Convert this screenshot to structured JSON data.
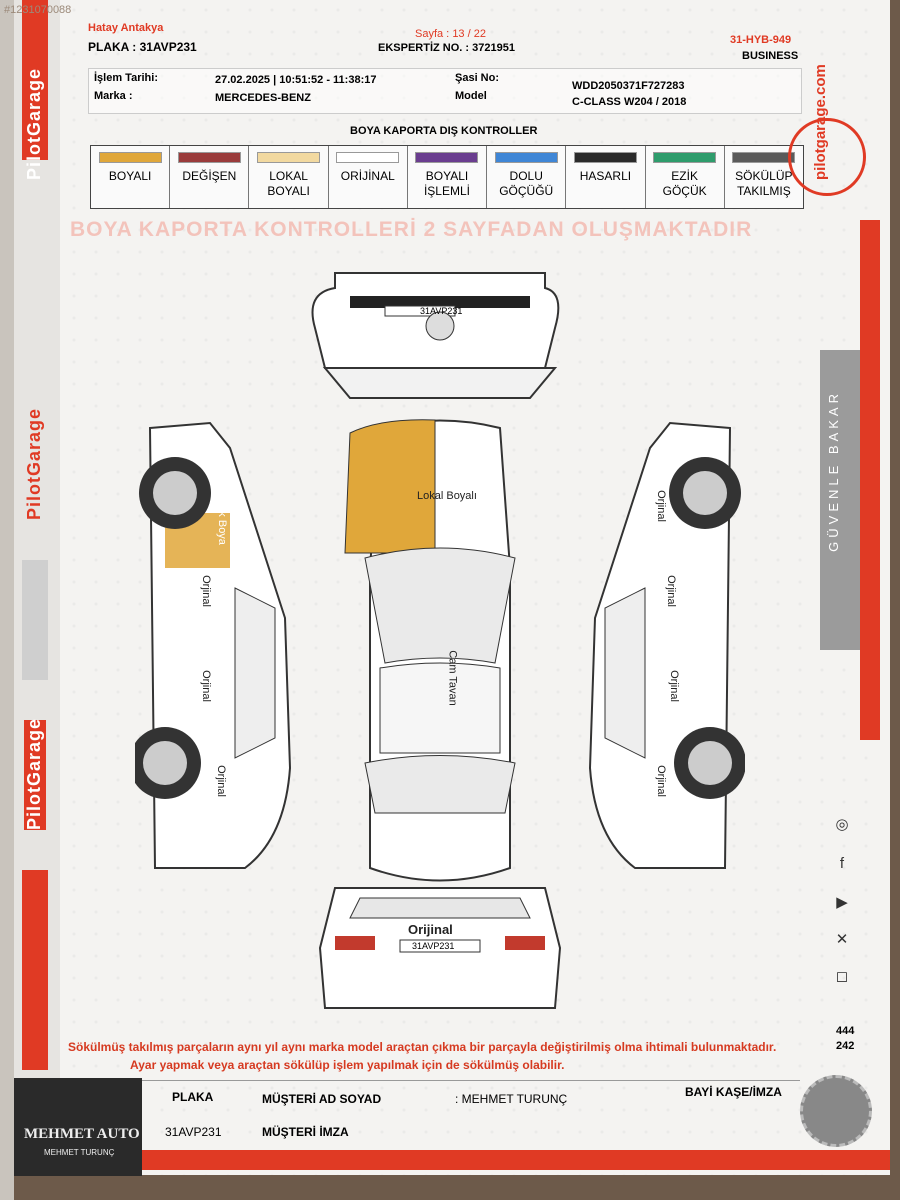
{
  "header": {
    "watermark_id": "#1231070088",
    "city": "Hatay Antakya",
    "plaka_label": "PLAKA :",
    "plaka_value": "31AVP231",
    "sayfa_label": "Sayfa :",
    "sayfa_value": "13 / 22",
    "ekspertiz_label": "EKSPERTİZ NO. :",
    "ekspertiz_value": "3721951",
    "branch_code": "31-HYB-949",
    "package": "BUSINESS"
  },
  "info": {
    "islem_label": "İşlem Tarihi:",
    "islem_value": "27.02.2025 | 10:51:52 - 11:38:17",
    "sasi_label": "Şasi No:",
    "sasi_value": "WDD2050371F727283",
    "marka_label": "Marka :",
    "marka_value": "MERCEDES-BENZ",
    "model_label": "Model",
    "model_value": "C-CLASS W204 / 2018"
  },
  "legend": {
    "title": "BOYA KAPORTA DIŞ KONTROLLER",
    "items": [
      {
        "line1": "BOYALI",
        "line2": "",
        "color": "#e0a73a"
      },
      {
        "line1": "DEĞİŞEN",
        "line2": "",
        "color": "#9a3b3b"
      },
      {
        "line1": "LOKAL",
        "line2": "BOYALI",
        "color": "#f2d9a0"
      },
      {
        "line1": "ORİJİNAL",
        "line2": "",
        "color": "#ffffff"
      },
      {
        "line1": "BOYALI",
        "line2": "İŞLEMLİ",
        "color": "#6a3d8f"
      },
      {
        "line1": "DOLU",
        "line2": "GÖÇÜĞÜ",
        "color": "#3f86d6"
      },
      {
        "line1": "HASARLI",
        "line2": "",
        "color": "#2a2a2a"
      },
      {
        "line1": "EZİK",
        "line2": "GÖÇÜK",
        "color": "#2e9c6c"
      },
      {
        "line1": "SÖKÜLÜP",
        "line2": "TAKILMIŞ",
        "color": "#5a5a5a"
      }
    ]
  },
  "banner": "BOYA KAPORTA KONTROLLERİ 2 SAYFADAN OLUŞMAKTADIR",
  "front_plate": "31AVP231",
  "rear_plate": "31AVP231",
  "annotations": {
    "hood": "Lokal Boyalı",
    "roof": "Cam Tavan",
    "rear": "Orijinal",
    "left_fender": "Sök-Tak Boya",
    "left_front_door": "Orjinal",
    "left_rear_door": "Orjinal",
    "left_quarter": "Orjinal",
    "right_fender": "Orjinal",
    "right_front_door": "Orjinal",
    "right_rear_door": "Orjinal",
    "right_quarter": "Orjinal"
  },
  "notes": {
    "line1": "Sökülmüş takılmış parçaların aynı yıl aynı marka model araçtan çıkma bir parçayla değiştirilmiş olma ihtimali bulunmaktadır.",
    "line2": "Ayar yapmak veya araçtan sökülüp işlem yapılmak için de sökülmüş olabilir."
  },
  "footer": {
    "plaka_label": "PLAKA",
    "plaka_value": "31AVP231",
    "musteri_label": "MÜŞTERİ AD SOYAD",
    "musteri_value": ": MEHMET TURUNÇ",
    "imza_label": "MÜŞTERİ İMZA",
    "bayi_label": "BAYİ KAŞE/İMZA",
    "dealer_logo": "MEHMET AUTO",
    "dealer_sub": "MEHMET TURUNÇ"
  },
  "brand": {
    "name": "PilotGarage",
    "site": "pilotgarage.com",
    "slogan": "GÜVENLE BAKAR",
    "phone_a": "444",
    "phone_b": "242"
  },
  "colors": {
    "accent": "#e03a24",
    "painted": "#e0a73a"
  }
}
